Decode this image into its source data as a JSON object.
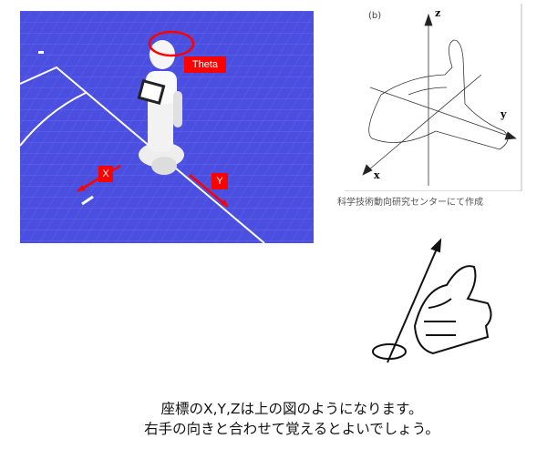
{
  "sim_image": {
    "labels": {
      "theta": "Theta",
      "x": "X",
      "y": "Y"
    },
    "colors": {
      "background": "#4b4fe0",
      "arrow": "#ff0000"
    }
  },
  "hand_diagram": {
    "panel_label": "(b)",
    "axes": {
      "x": "x",
      "y": "y",
      "z": "z"
    },
    "caption": "科学技術動向研究センターにて作成"
  },
  "body_text": {
    "line1": "座標のX,Y,Zは上の図のようになります。",
    "line2": "右手の向きと合わせて覚えるとよいでしょう。"
  }
}
